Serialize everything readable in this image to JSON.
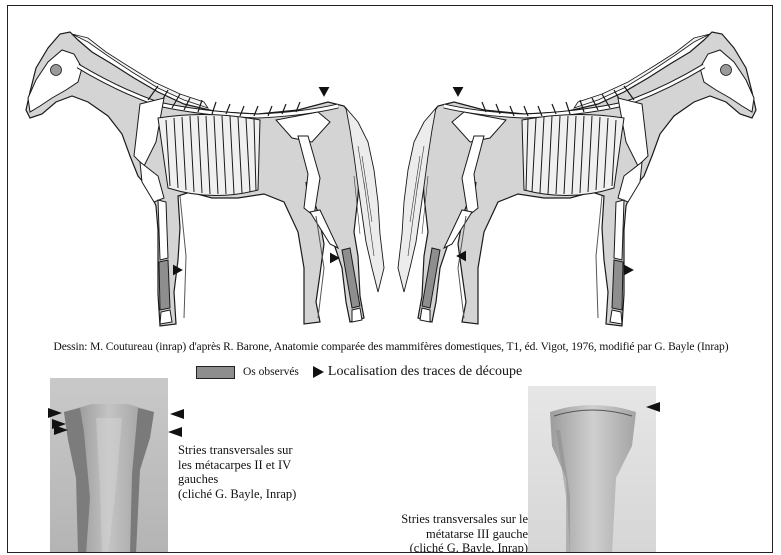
{
  "credit": "Dessin: M. Coutureau (inrap) d'après R. Barone, Anatomie comparée des mammifères domestiques, T1, éd. Vigot, 1976, modifié par G. Bayle (Inrap)",
  "legend": {
    "observed_label": "Os observés",
    "cut_label": "Localisation des traces de découpe",
    "observed_color": "#8e8e8e",
    "marker_color": "#111111"
  },
  "photo_left": {
    "caption": [
      "Stries transversales sur",
      "les métacarpes II et IV",
      "gauches",
      "(cliché G. Bayle, Inrap)"
    ]
  },
  "photo_right": {
    "caption": [
      "Stries transversales sur le",
      "métatarse III gauche",
      "(cliché G. Bayle, Inrap)"
    ]
  },
  "colors": {
    "body_fill": "#d4d4d4",
    "bone_fill": "#ffffff",
    "outline": "#1a1a1a"
  }
}
